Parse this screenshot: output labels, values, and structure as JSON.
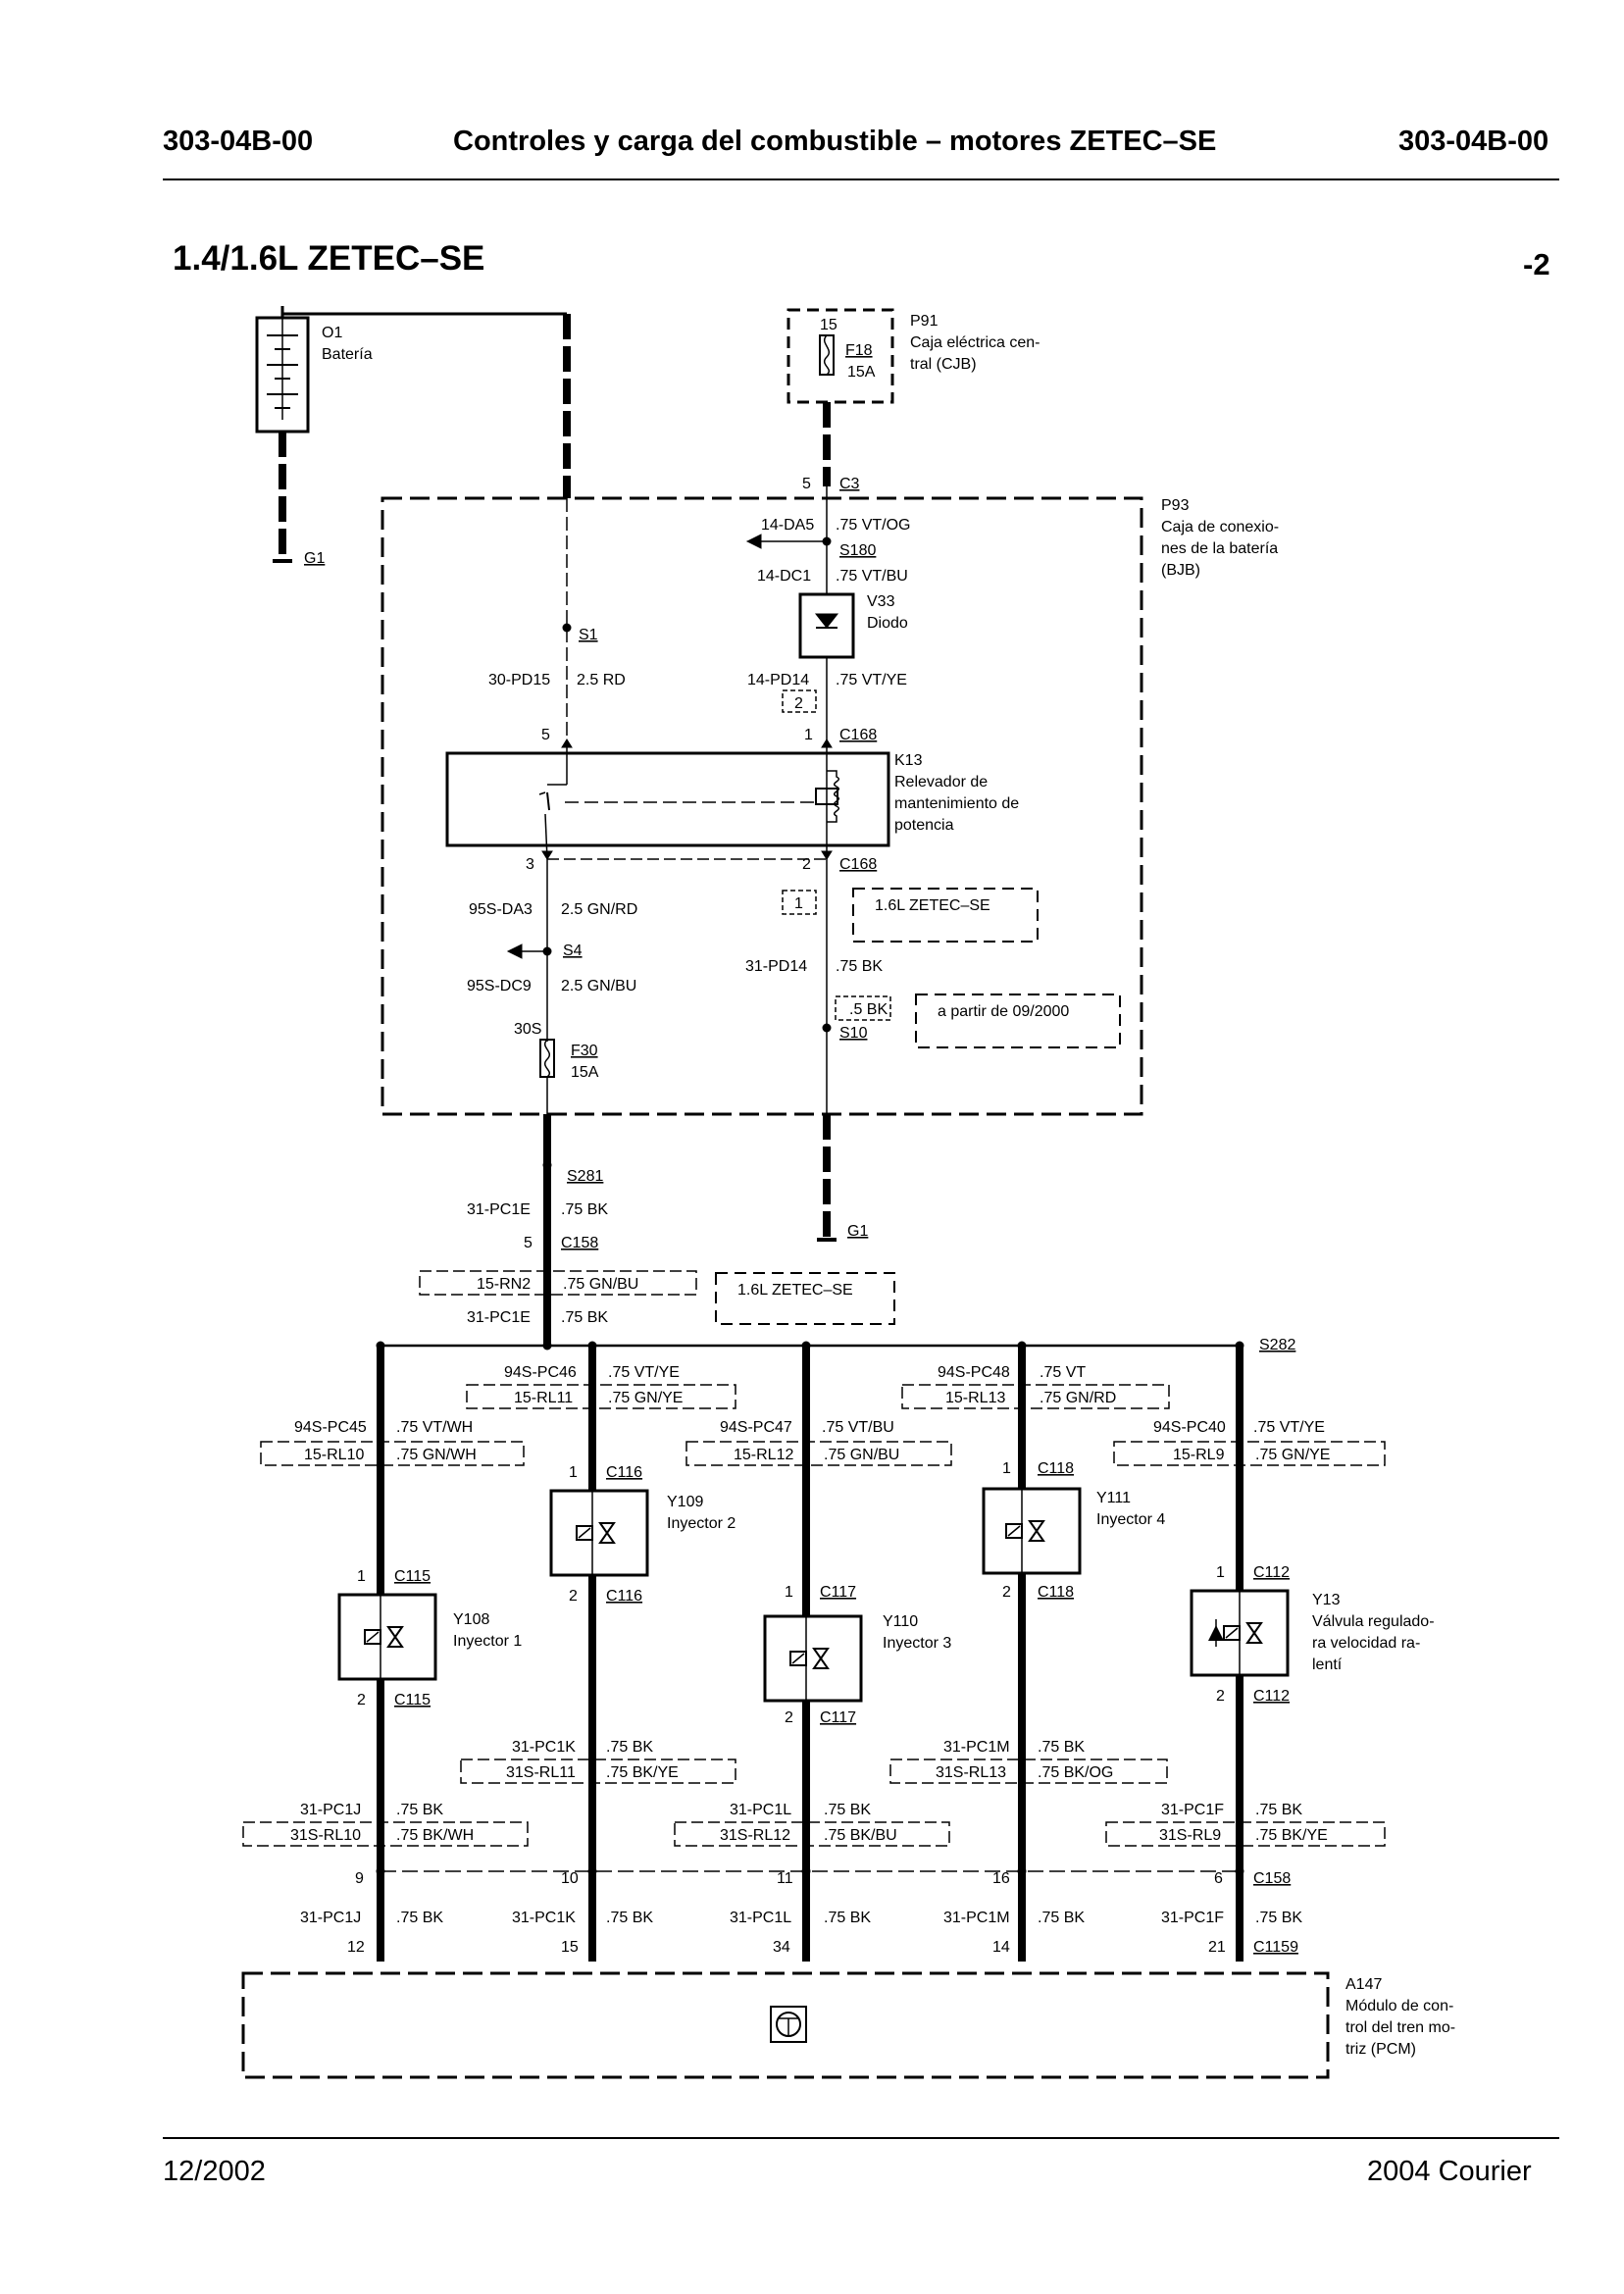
{
  "header": {
    "code_left": "303-04B-00",
    "title": "Controles y carga del combustible – motores ZETEC–SE",
    "code_right": "303-04B-00"
  },
  "section": {
    "title": "1.4/1.6L ZETEC–SE",
    "page": "-2"
  },
  "footer": {
    "date": "12/2002",
    "model": "2004 Courier"
  },
  "components": {
    "battery": [
      "O1",
      "Batería"
    ],
    "ground_g1": "G1",
    "cjb": [
      "P91",
      "Caja eléctrica cen-",
      "tral (CJB)"
    ],
    "fuse_f18": {
      "pin": "15",
      "name": "F18",
      "rating": "15A"
    },
    "bjb": [
      "P93",
      "Caja de conexio-",
      "nes de la batería",
      "(BJB)"
    ],
    "diode": [
      "V33",
      "Diodo"
    ],
    "relay": [
      "K13",
      "Relevador de",
      "mantenimiento de",
      "potencia"
    ],
    "fuse_f30": {
      "pin": "30S",
      "name": "F30",
      "rating": "15A"
    },
    "injector1": [
      "Y108",
      "Inyector 1"
    ],
    "injector2": [
      "Y109",
      "Inyector 2"
    ],
    "injector3": [
      "Y110",
      "Inyector 3"
    ],
    "injector4": [
      "Y111",
      "Inyector 4"
    ],
    "idle_valve": [
      "Y13",
      "Válvula regulado-",
      "ra velocidad ra-",
      "lentí"
    ],
    "pcm": [
      "A147",
      "Módulo de con-",
      "trol del tren mo-",
      "triz (PCM)"
    ]
  },
  "notes": {
    "zetec": "1.6L ZETEC–SE",
    "from_date": "a partir de 09/2000"
  },
  "labels": [
    {
      "id": "c3pin",
      "t": "5"
    },
    {
      "id": "c3",
      "t": "C3"
    },
    {
      "id": "w14da5",
      "t": "14-DA5"
    },
    {
      "id": "w14da5g",
      "t": ".75 VT/OG"
    },
    {
      "id": "s180",
      "t": "S180"
    },
    {
      "id": "w14dc1",
      "t": "14-DC1"
    },
    {
      "id": "w14dc1g",
      "t": ".75 VT/BU"
    },
    {
      "id": "s1",
      "t": "S1"
    },
    {
      "id": "w30pd15",
      "t": "30-PD15"
    },
    {
      "id": "w30pd15g",
      "t": "2.5 RD"
    },
    {
      "id": "w14pd14",
      "t": "14-PD14"
    },
    {
      "id": "w14pd14g",
      "t": ".75 VT/YE"
    },
    {
      "id": "b2",
      "t": "2"
    },
    {
      "id": "k5",
      "t": "5"
    },
    {
      "id": "k1",
      "t": "1"
    },
    {
      "id": "c168a",
      "t": "C168"
    },
    {
      "id": "k3",
      "t": "3"
    },
    {
      "id": "k2",
      "t": "2"
    },
    {
      "id": "c168b",
      "t": "C168"
    },
    {
      "id": "b1",
      "t": "1"
    },
    {
      "id": "w95da3",
      "t": "95S-DA3"
    },
    {
      "id": "w95da3g",
      "t": "2.5 GN/RD"
    },
    {
      "id": "s4",
      "t": "S4"
    },
    {
      "id": "w95dc9",
      "t": "95S-DC9"
    },
    {
      "id": "w95dc9g",
      "t": "2.5 GN/BU"
    },
    {
      "id": "w31pd14",
      "t": "31-PD14"
    },
    {
      "id": "w31pd14g",
      "t": ".75 BK"
    },
    {
      "id": "g5bk",
      "t": ".5 BK"
    },
    {
      "id": "s10",
      "t": "S10"
    },
    {
      "id": "s281",
      "t": "S281"
    },
    {
      "id": "w31pc1e",
      "t": "31-PC1E"
    },
    {
      "id": "w31pc1eg",
      "t": ".75 BK"
    },
    {
      "id": "c158pin",
      "t": "5"
    },
    {
      "id": "c158",
      "t": "C158"
    },
    {
      "id": "w15rn2",
      "t": "15-RN2"
    },
    {
      "id": "w15rn2g",
      "t": ".75 GN/BU"
    },
    {
      "id": "w31pc1e2",
      "t": "31-PC1E"
    },
    {
      "id": "w31pc1e2g",
      "t": ".75 BK"
    },
    {
      "id": "g1b",
      "t": "G1"
    },
    {
      "id": "s282",
      "t": "S282"
    },
    {
      "id": "w94pc46",
      "t": "94S-PC46"
    },
    {
      "id": "w94pc46g",
      "t": ".75 VT/YE"
    },
    {
      "id": "w15rl11",
      "t": "15-RL11"
    },
    {
      "id": "w15rl11g",
      "t": ".75 GN/YE"
    },
    {
      "id": "w94pc48",
      "t": "94S-PC48"
    },
    {
      "id": "w94pc48g",
      "t": ".75 VT"
    },
    {
      "id": "w15rl13",
      "t": "15-RL13"
    },
    {
      "id": "w15rl13g",
      "t": ".75 GN/RD"
    },
    {
      "id": "w94pc45",
      "t": "94S-PC45"
    },
    {
      "id": "w94pc45g",
      "t": ".75 VT/WH"
    },
    {
      "id": "w15rl10",
      "t": "15-RL10"
    },
    {
      "id": "w15rl10g",
      "t": ".75 GN/WH"
    },
    {
      "id": "w94pc47",
      "t": "94S-PC47"
    },
    {
      "id": "w94pc47g",
      "t": ".75 VT/BU"
    },
    {
      "id": "w15rl12",
      "t": "15-RL12"
    },
    {
      "id": "w15rl12g",
      "t": ".75 GN/BU"
    },
    {
      "id": "w94pc40",
      "t": "94S-PC40"
    },
    {
      "id": "w94pc40g",
      "t": ".75 VT/YE"
    },
    {
      "id": "w15rl9",
      "t": "15-RL9"
    },
    {
      "id": "w15rl9g",
      "t": ".75 GN/YE"
    },
    {
      "id": "p116a",
      "t": "1"
    },
    {
      "id": "c116a",
      "t": "C116"
    },
    {
      "id": "p118a",
      "t": "1"
    },
    {
      "id": "c118a",
      "t": "C118"
    },
    {
      "id": "p116b",
      "t": "2"
    },
    {
      "id": "c116b",
      "t": "C116"
    },
    {
      "id": "p118b",
      "t": "2"
    },
    {
      "id": "c118b",
      "t": "C118"
    },
    {
      "id": "p115a",
      "t": "1"
    },
    {
      "id": "c115a",
      "t": "C115"
    },
    {
      "id": "p117a",
      "t": "1"
    },
    {
      "id": "c117a",
      "t": "C117"
    },
    {
      "id": "p112a",
      "t": "1"
    },
    {
      "id": "c112a",
      "t": "C112"
    },
    {
      "id": "p115b",
      "t": "2"
    },
    {
      "id": "c115b",
      "t": "C115"
    },
    {
      "id": "p117b",
      "t": "2"
    },
    {
      "id": "c117b",
      "t": "C117"
    },
    {
      "id": "p112b",
      "t": "2"
    },
    {
      "id": "c112b",
      "t": "C112"
    },
    {
      "id": "w31pc1k",
      "t": "31-PC1K"
    },
    {
      "id": "w31pc1kg",
      "t": ".75 BK"
    },
    {
      "id": "w31srl11",
      "t": "31S-RL11"
    },
    {
      "id": "w31srl11g",
      "t": ".75 BK/YE"
    },
    {
      "id": "w31pc1m",
      "t": "31-PC1M"
    },
    {
      "id": "w31pc1mg",
      "t": ".75 BK"
    },
    {
      "id": "w31srl13",
      "t": "31S-RL13"
    },
    {
      "id": "w31srl13g",
      "t": ".75 BK/OG"
    },
    {
      "id": "w31pc1j",
      "t": "31-PC1J"
    },
    {
      "id": "w31pc1jg",
      "t": ".75 BK"
    },
    {
      "id": "w31srl10",
      "t": "31S-RL10"
    },
    {
      "id": "w31srl10g",
      "t": ".75 BK/WH"
    },
    {
      "id": "w31pc1l",
      "t": "31-PC1L"
    },
    {
      "id": "w31pc1lg",
      "t": ".75 BK"
    },
    {
      "id": "w31srl12",
      "t": "31S-RL12"
    },
    {
      "id": "w31srl12g",
      "t": ".75 BK/BU"
    },
    {
      "id": "w31pc1f",
      "t": "31-PC1F"
    },
    {
      "id": "w31pc1fg",
      "t": ".75 BK"
    },
    {
      "id": "w31srl9",
      "t": "31S-RL9"
    },
    {
      "id": "w31srl9g",
      "t": ".75 BK/YE"
    },
    {
      "id": "n9",
      "t": "9"
    },
    {
      "id": "n10",
      "t": "10"
    },
    {
      "id": "n11",
      "t": "11"
    },
    {
      "id": "n16",
      "t": "16"
    },
    {
      "id": "n6",
      "t": "6"
    },
    {
      "id": "c158b",
      "t": "C158"
    },
    {
      "id": "x1j",
      "t": "31-PC1J"
    },
    {
      "id": "x1jg",
      "t": ".75 BK"
    },
    {
      "id": "x1k",
      "t": "31-PC1K"
    },
    {
      "id": "x1kg",
      "t": ".75 BK"
    },
    {
      "id": "x1l",
      "t": "31-PC1L"
    },
    {
      "id": "x1lg",
      "t": ".75 BK"
    },
    {
      "id": "x1m",
      "t": "31-PC1M"
    },
    {
      "id": "x1mg",
      "t": ".75 BK"
    },
    {
      "id": "x1f",
      "t": "31-PC1F"
    },
    {
      "id": "x1fg",
      "t": ".75 BK"
    },
    {
      "id": "n12",
      "t": "12"
    },
    {
      "id": "n15",
      "t": "15"
    },
    {
      "id": "n34",
      "t": "34"
    },
    {
      "id": "n14",
      "t": "14"
    },
    {
      "id": "n21",
      "t": "21"
    },
    {
      "id": "c1159",
      "t": "C1159"
    }
  ]
}
